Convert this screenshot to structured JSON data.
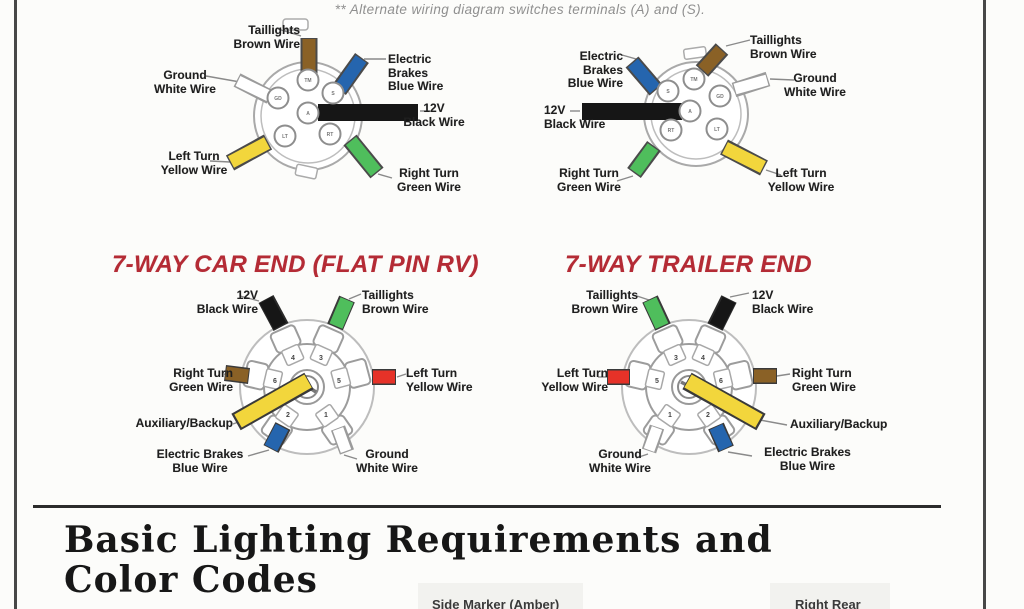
{
  "note": "** Alternate wiring diagram switches terminals (A) and (S).",
  "colors": {
    "brown": "#8a6126",
    "blue": "#2565ae",
    "green": "#4fbe5c",
    "yellow": "#f2d63c",
    "red": "#e63228",
    "black": "#161616",
    "white_wire": "#ffffff",
    "heading_red": "#b42b35"
  },
  "six_car": {
    "labels": {
      "taillights": [
        "Taillights",
        "Brown Wire"
      ],
      "ground": [
        "Ground",
        "White Wire"
      ],
      "left_turn": [
        "Left Turn",
        "Yellow Wire"
      ],
      "brakes": [
        "Electric",
        "Brakes",
        "Blue Wire"
      ],
      "v12": [
        "12V",
        "Black Wire"
      ],
      "right_turn": [
        "Right Turn",
        "Green Wire"
      ]
    },
    "terminals": {
      "tm": "TM",
      "s": "S",
      "a": "A",
      "gd": "GD",
      "lt": "LT",
      "rt": "RT"
    }
  },
  "six_trailer": {
    "labels": {
      "brakes": [
        "Electric",
        "Brakes",
        "Blue Wire"
      ],
      "taillights": [
        "Taillights",
        "Brown Wire"
      ],
      "ground": [
        "Ground",
        "White Wire"
      ],
      "v12": [
        "12V",
        "Black Wire"
      ],
      "left_turn": [
        "Left Turn",
        "Yellow Wire"
      ],
      "right_turn": [
        "Right Turn",
        "Green Wire"
      ]
    },
    "terminals": {
      "tm": "TM",
      "s": "S",
      "a": "A",
      "gd": "GD",
      "lt": "LT",
      "rt": "RT"
    }
  },
  "seven_headings": {
    "car": "7-WAY CAR END (FLAT PIN RV)",
    "trailer": "7-WAY TRAILER END"
  },
  "seven_car": {
    "labels": {
      "v12": [
        "12V",
        "Black Wire"
      ],
      "taillights": [
        "Taillights",
        "Brown Wire"
      ],
      "right_turn": [
        "Right Turn",
        "Green Wire"
      ],
      "left_turn": [
        "Left Turn",
        "Yellow Wire"
      ],
      "aux": "Auxiliary/Backup",
      "brakes": [
        "Electric Brakes",
        "Blue Wire"
      ],
      "ground": [
        "Ground",
        "White Wire"
      ]
    },
    "pins": {
      "p1": "1",
      "p2": "2",
      "p3": "3",
      "p4": "4",
      "p5": "5",
      "p6": "6"
    }
  },
  "seven_trailer": {
    "labels": {
      "taillights": [
        "Taillights",
        "Brown Wire"
      ],
      "v12": [
        "12V",
        "Black Wire"
      ],
      "left_turn": [
        "Left Turn",
        "Yellow Wire"
      ],
      "right_turn": [
        "Right Turn",
        "Green Wire"
      ],
      "aux": "Auxiliary/Backup",
      "ground": [
        "Ground",
        "White Wire"
      ],
      "brakes": [
        "Electric Brakes",
        "Blue Wire"
      ]
    },
    "pins": {
      "p1": "1",
      "p2": "2",
      "p3": "3",
      "p4": "4",
      "p5": "5",
      "p6": "6"
    }
  },
  "bottom": {
    "heading_line1": "Basic Lighting Requirements and",
    "heading_line2": "Color Codes",
    "partial_left": "Side Marker (Amber)",
    "partial_right": "Right Rear"
  }
}
